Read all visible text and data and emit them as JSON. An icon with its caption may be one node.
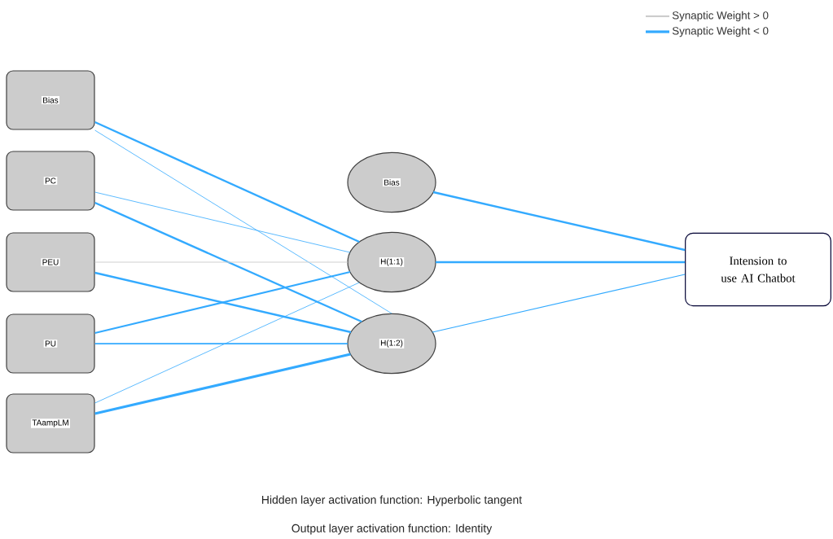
{
  "diagram": {
    "nodes": [
      {
        "text": [
          "Bias"
        ]
      },
      {
        "text": [
          "PC"
        ]
      },
      {
        "text": [
          "PEU"
        ]
      },
      {
        "text": [
          "PU"
        ]
      },
      {
        "text": [
          "TAampLM"
        ]
      },
      {
        "text": [
          "Bias"
        ]
      },
      {
        "text": [
          "H(1:1)"
        ]
      },
      {
        "text": [
          "H(1:2)"
        ]
      },
      {
        "text": [
          "Intension to use AI Chatbot"
        ]
      }
    ],
    "edges": [
      {
        "from": 0,
        "to": 6,
        "arrow": "none"
      },
      {
        "from": 0,
        "to": 7,
        "arrow": "none"
      },
      {
        "from": 1,
        "to": 6,
        "arrow": "none"
      },
      {
        "from": 1,
        "to": 7,
        "arrow": "none"
      },
      {
        "from": 2,
        "to": 6,
        "arrow": "none",
        "color": "#d0d0d0"
      },
      {
        "from": 2,
        "to": 7,
        "arrow": "none"
      },
      {
        "from": 3,
        "to": 6,
        "arrow": "none"
      },
      {
        "from": 3,
        "to": 7,
        "arrow": "none"
      },
      {
        "from": 4,
        "to": 6,
        "arrow": "none"
      },
      {
        "from": 4,
        "to": 7,
        "arrow": "none"
      },
      {
        "from": 5,
        "to": 8,
        "arrow": "none"
      },
      {
        "from": 6,
        "to": 8,
        "arrow": "none"
      },
      {
        "from": 7,
        "to": 8,
        "arrow": "none"
      }
    ],
    "labels": [
      "Hidden layer activation function: Hyperbolic tangent",
      "Output layer activation function: Identity"
    ],
    "legend": [
      {
        "text": "Synaptic Weight > 0"
      },
      {
        "text": "Synaptic Weight < 0"
      }
    ]
  }
}
